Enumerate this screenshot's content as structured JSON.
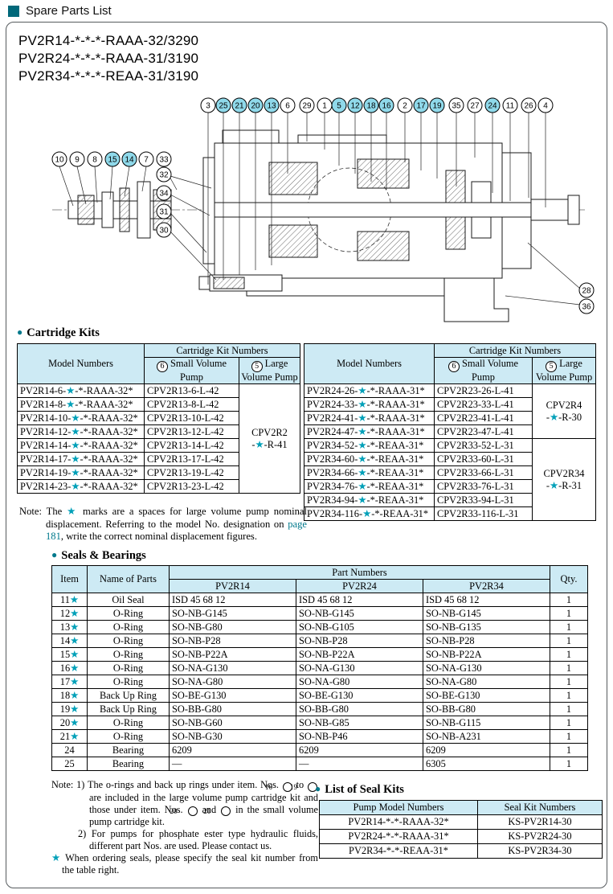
{
  "colors": {
    "accent": "#00798c",
    "star": "#00a0b8",
    "header_bg": "#cdeaf4",
    "highlight": "#8fd9ea",
    "title_square": "#00687a"
  },
  "page_title": "Spare Parts List",
  "model_heading": {
    "line1": "PV2R14-*-*-*-RAAA-32/3290",
    "line2": "PV2R24-*-*-*-RAAA-31/3190",
    "line3": "PV2R34-*-*-*-REAA-31/3190"
  },
  "diagram": {
    "top_callouts": [
      [
        "3",
        0
      ],
      [
        "25",
        1
      ],
      [
        "21",
        1
      ],
      [
        "20",
        1
      ],
      [
        "13",
        1
      ],
      [
        "6",
        0
      ],
      [
        "29",
        0
      ],
      [
        "1",
        0
      ],
      [
        "5",
        1
      ],
      [
        "12",
        1
      ],
      [
        "18",
        1
      ],
      [
        "16",
        1
      ],
      [
        "2",
        0
      ],
      [
        "17",
        1
      ],
      [
        "19",
        1
      ],
      [
        "35",
        0
      ],
      [
        "27",
        0
      ],
      [
        "24",
        1
      ],
      [
        "11",
        0
      ],
      [
        "26",
        0
      ],
      [
        "4",
        0
      ]
    ],
    "left_callouts": [
      [
        "10",
        0
      ],
      [
        "9",
        0
      ],
      [
        "8",
        0
      ],
      [
        "15",
        1
      ],
      [
        "14",
        1
      ],
      [
        "7",
        0
      ],
      [
        "33",
        0
      ]
    ],
    "left_stack": [
      [
        "32",
        0
      ],
      [
        "34",
        0
      ],
      [
        "31",
        0
      ],
      [
        "30",
        0
      ]
    ],
    "right_callouts": [
      [
        "28",
        0
      ],
      [
        "36",
        0
      ]
    ]
  },
  "cartridge": {
    "section_title": "Cartridge Kits",
    "headers": {
      "model": "Model Numbers",
      "kit": "Cartridge Kit Numbers",
      "small_num": "6",
      "small_label": "Small Volume Pump",
      "large_num": "5",
      "large_label": "Large Volume Pump"
    },
    "left": {
      "rows": [
        {
          "model": "PV2R14-6-★-*-RAAA-32*",
          "small": "CPV2R13-6-L-42"
        },
        {
          "model": "PV2R14-8-★-*-RAAA-32*",
          "small": "CPV2R13-8-L-42"
        },
        {
          "model": "PV2R14-10-★-*-RAAA-32*",
          "small": "CPV2R13-10-L-42"
        },
        {
          "model": "PV2R14-12-★-*-RAAA-32*",
          "small": "CPV2R13-12-L-42"
        },
        {
          "model": "PV2R14-14-★-*-RAAA-32*",
          "small": "CPV2R13-14-L-42"
        },
        {
          "model": "PV2R14-17-★-*-RAAA-32*",
          "small": "CPV2R13-17-L-42"
        },
        {
          "model": "PV2R14-19-★-*-RAAA-32*",
          "small": "CPV2R13-19-L-42"
        },
        {
          "model": "PV2R14-23-★-*-RAAA-32*",
          "small": "CPV2R13-23-L-42"
        }
      ],
      "large": "CPV2R2\n-★-R-41"
    },
    "right": {
      "rows": [
        {
          "model": "PV2R24-26-★-*-RAAA-31*",
          "small": "CPV2R23-26-L-41"
        },
        {
          "model": "PV2R24-33-★-*-RAAA-31*",
          "small": "CPV2R23-33-L-41"
        },
        {
          "model": "PV2R24-41-★-*-RAAA-31*",
          "small": "CPV2R23-41-L-41"
        },
        {
          "model": "PV2R24-47-★-*-RAAA-31*",
          "small": "CPV2R23-47-L-41"
        },
        {
          "model": "PV2R34-52-★-*-REAA-31*",
          "small": "CPV2R33-52-L-31"
        },
        {
          "model": "PV2R34-60-★-*-REAA-31*",
          "small": "CPV2R33-60-L-31"
        },
        {
          "model": "PV2R34-66-★-*-REAA-31*",
          "small": "CPV2R33-66-L-31"
        },
        {
          "model": "PV2R34-76-★-*-REAA-31*",
          "small": "CPV2R33-76-L-31"
        },
        {
          "model": "PV2R34-94-★-*-REAA-31*",
          "small": "CPV2R33-94-L-31"
        },
        {
          "model": "PV2R34-116-★-*-REAA-31*",
          "small": "CPV2R33-116-L-31"
        }
      ],
      "large1": "CPV2R4\n-★-R-30",
      "large2": "CPV2R34\n-★-R-31"
    },
    "note": {
      "label": "Note:",
      "before": "The ★ marks are a spaces for large volume pump nominal displacement.  Referring to the model No. designation on ",
      "link": "page 181",
      "after": ", write the correct nominal displacement figures."
    }
  },
  "seals": {
    "section_title": "Seals & Bearings",
    "headers": {
      "item": "Item",
      "name": "Name of Parts",
      "part": "Part Numbers",
      "p14": "PV2R14",
      "p24": "PV2R24",
      "p34": "PV2R34",
      "qty": "Qty."
    },
    "rows": [
      {
        "item": "11★",
        "name": "Oil Seal",
        "p14": "ISD 45 68 12",
        "p24": "ISD 45 68 12",
        "p34": "ISD 45 68 12",
        "qty": "1"
      },
      {
        "item": "12★",
        "name": "O-Ring",
        "p14": "SO-NB-G145",
        "p24": "SO-NB-G145",
        "p34": "SO-NB-G145",
        "qty": "1"
      },
      {
        "item": "13★",
        "name": "O-Ring",
        "p14": "SO-NB-G80",
        "p24": "SO-NB-G105",
        "p34": "SO-NB-G135",
        "qty": "1"
      },
      {
        "item": "14★",
        "name": "O-Ring",
        "p14": "SO-NB-P28",
        "p24": "SO-NB-P28",
        "p34": "SO-NB-P28",
        "qty": "1"
      },
      {
        "item": "15★",
        "name": "O-Ring",
        "p14": "SO-NB-P22A",
        "p24": "SO-NB-P22A",
        "p34": "SO-NB-P22A",
        "qty": "1"
      },
      {
        "item": "16★",
        "name": "O-Ring",
        "p14": "SO-NA-G130",
        "p24": "SO-NA-G130",
        "p34": "SO-NA-G130",
        "qty": "1"
      },
      {
        "item": "17★",
        "name": "O-Ring",
        "p14": "SO-NA-G80",
        "p24": "SO-NA-G80",
        "p34": "SO-NA-G80",
        "qty": "1"
      },
      {
        "item": "18★",
        "name": "Back Up Ring",
        "p14": "SO-BE-G130",
        "p24": "SO-BE-G130",
        "p34": "SO-BE-G130",
        "qty": "1"
      },
      {
        "item": "19★",
        "name": "Back Up Ring",
        "p14": "SO-BB-G80",
        "p24": "SO-BB-G80",
        "p34": "SO-BB-G80",
        "qty": "1"
      },
      {
        "item": "20★",
        "name": "O-Ring",
        "p14": "SO-NB-G60",
        "p24": "SO-NB-G85",
        "p34": "SO-NB-G115",
        "qty": "1"
      },
      {
        "item": "21★",
        "name": "O-Ring",
        "p14": "SO-NB-G30",
        "p24": "SO-NB-P46",
        "p34": "SO-NB-A231",
        "qty": "1"
      },
      {
        "item": "24",
        "name": "Bearing",
        "p14": "6209",
        "p24": "6209",
        "p34": "6209",
        "qty": "1"
      },
      {
        "item": "25",
        "name": "Bearing",
        "p14": "—",
        "p24": "—",
        "p34": "6305",
        "qty": "1"
      }
    ],
    "notes": {
      "label": "Note:",
      "item1_no": "1)",
      "item1_a": "The o-rings and back up rings under item. Nos.",
      "c16": "16",
      "item1_b": "to",
      "c19": "19",
      "item1_c": "are included in the large volume pump cartridge kit and those under item. Nos.",
      "c20": "20",
      "item1_d": "and",
      "c21": "21",
      "item1_e": "in the small volume pump cartridge kit.",
      "item2_no": "2)",
      "item2": "For pumps for phosphate ester type hydraulic fluids, different part Nos. are used.  Please contact us.",
      "star": "★",
      "star_note": "When ordering seals, please specify the seal kit number from the table right."
    }
  },
  "seal_kits": {
    "section_title": "List of Seal Kits",
    "headers": {
      "model": "Pump Model Numbers",
      "kit": "Seal Kit Numbers"
    },
    "rows": [
      {
        "model": "PV2R14-*-*-RAAA-32*",
        "kit": "KS-PV2R14-30"
      },
      {
        "model": "PV2R24-*-*-RAAA-31*",
        "kit": "KS-PV2R24-30"
      },
      {
        "model": "PV2R34-*-*-REAA-31*",
        "kit": "KS-PV2R34-30"
      }
    ]
  }
}
